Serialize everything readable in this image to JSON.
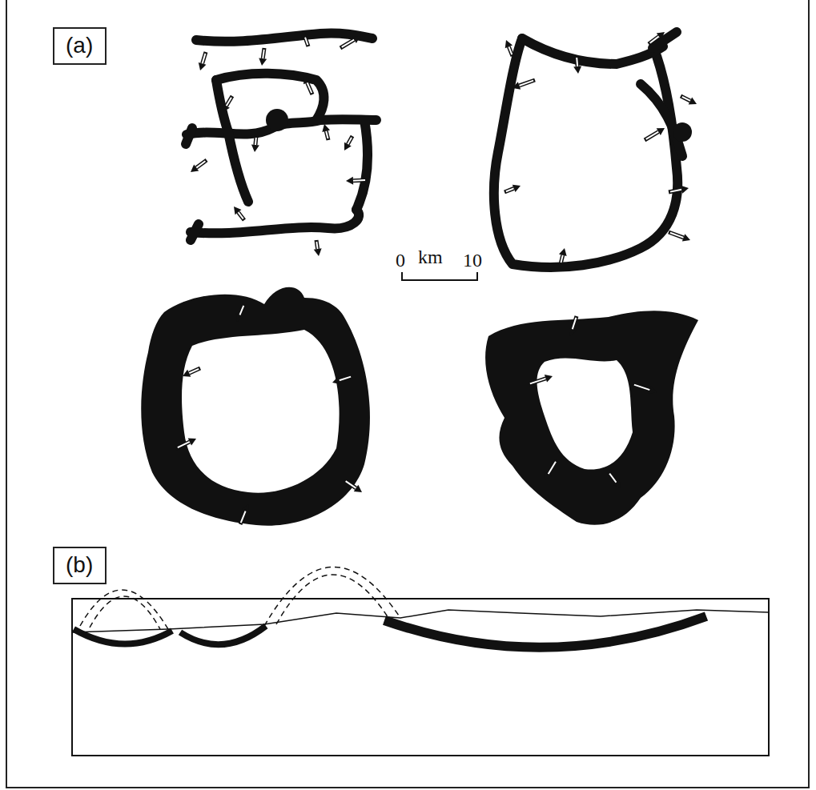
{
  "diagram": {
    "nodes": [
      {
        "text": [
          "(a)"
        ]
      },
      {
        "text": [
          "(b)"
        ]
      }
    ],
    "labels": [
      "0",
      "km",
      "10"
    ]
  }
}
